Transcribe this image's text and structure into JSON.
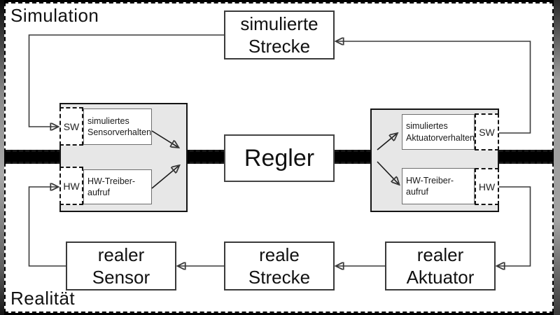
{
  "regions": {
    "simulation_label": "Simulation",
    "reality_label": "Realität"
  },
  "boxes": {
    "simulated_plant": {
      "line1": "simulierte",
      "line2": "Strecke"
    },
    "controller": {
      "label": "Regler"
    },
    "real_plant": {
      "line1": "reale",
      "line2": "Strecke"
    },
    "real_sensor": {
      "line1": "realer",
      "line2": "Sensor"
    },
    "real_actuator": {
      "line1": "realer",
      "line2": "Aktuator"
    }
  },
  "sensor_module": {
    "sw_label": "SW",
    "hw_label": "HW",
    "sim_behavior": {
      "line1": "simuliertes",
      "line2": "Sensorverhalten"
    },
    "hw_driver": {
      "line1": "HW-Treiber-",
      "line2": "aufruf"
    }
  },
  "actuator_module": {
    "sw_label": "SW",
    "hw_label": "HW",
    "sim_behavior": {
      "line1": "simuliertes",
      "line2": "Aktuatorverhalten"
    },
    "hw_driver": {
      "line1": "HW-Treiber-",
      "line2": "aufruf"
    }
  },
  "colors": {
    "module_fill": "#e7e7e7",
    "separation_bar": "#000000",
    "wire": "#3a3a3a",
    "background": "#ffffff"
  }
}
